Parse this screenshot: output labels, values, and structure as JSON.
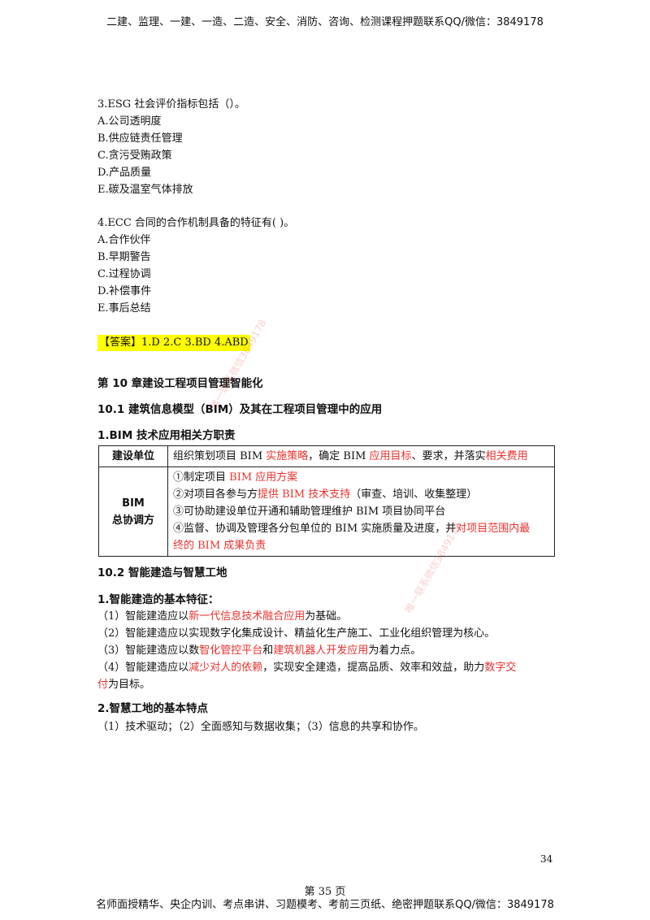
{
  "header_banner": "二建、监理、一建、一造、二造、安全、消防、咨询、检测课程押题联系QQ/微信：3849178",
  "footer_banner": "名师面授精华、央企内训、考点串讲、习题模考、考前三页纸、绝密押题联系QQ/微信：3849178",
  "questions": [
    {
      "stem": "3.ESG 社会评价指标包括（）。",
      "options": [
        "A.公司透明度",
        "B.供应链责任管理",
        "C.贪污受贿政策",
        "D.产品质量",
        "E.碳及温室气体排放"
      ]
    },
    {
      "stem": "4.ECC 合同的合作机制具备的特征有( )。",
      "options": [
        "A.合作伙伴",
        "B.早期警告",
        "C.过程协调",
        "D.补偿事件",
        "E.事后总结"
      ]
    }
  ],
  "answer_line": "【答案】1.D  2.C  3.BD  4.ABD",
  "chapter_title": "第 10 章建设工程项目管理智能化",
  "section_1_title": "10.1 建筑信息模型（BIM）及其在工程项目管理中的应用",
  "subsection_1_title": "1.BIM 技术应用相关方职责",
  "table": {
    "row1_head": "建设单位",
    "row1": {
      "p1": "组织策划项目 BIM ",
      "r1": "实施策略",
      "p2": "，确定 BIM ",
      "r2": "应用目标",
      "p3": "、要求，并落实",
      "r3": "相关费用"
    },
    "row2_head_line1": "BIM",
    "row2_head_line2": "总协调方",
    "row2": {
      "l1_p1": "①制定项目 ",
      "l1_r1": "BIM 应用方案",
      "l2_p1": "②对项目各参与方",
      "l2_r1": "提供 BIM 技术支持",
      "l2_p2": "（审查、培训、收集整理）",
      "l3_p1": "③可协助建设单位开通和辅助管理维护 BIM 项目协同平台",
      "l4_p1": "④监督、协调及管理各分包单位的 BIM 实施质量及进度，并",
      "l4_r1": "对项目范围内最",
      "l5_r1": "终的 BIM 成果负责"
    }
  },
  "section_2_title": "10.2 智能建造与智慧工地",
  "subsection_2_title": "1.智能建造的基本特征：",
  "features": {
    "f1_p1": "（1）智能建造应以",
    "f1_r1": "新一代信息技术融合应用",
    "f1_p2": "为基础。",
    "f2_p1": "（2）智能建造应以实现数字化集成设计、精益化生产施工、工业化组织管理为核心。",
    "f3_p1": "（3）智能建造应以数",
    "f3_r1": "智化管控平台",
    "f3_p2": "和",
    "f3_r2": "建筑机器人开发应用",
    "f3_p3": "为着力点。",
    "f4_p1": "（4）智能建造应以",
    "f4_r1": "减少对人的依赖",
    "f4_p2": "，实现安全建造，提高品质、效率和效益，助力",
    "f4_r2": "数字交",
    "f5_r1": "付",
    "f5_p1": "为目标。"
  },
  "subsection_3_title": "2.智慧工地的基本特点",
  "smart_site_line": "（1）技术驱动；（2）全面感知与数据收集；（3）信息的共享和协作。",
  "page_number": "34",
  "page_label": "第 35 页",
  "watermark_1": "唯一联系微信3849178",
  "watermark_2": "唯一联系微信3849178"
}
